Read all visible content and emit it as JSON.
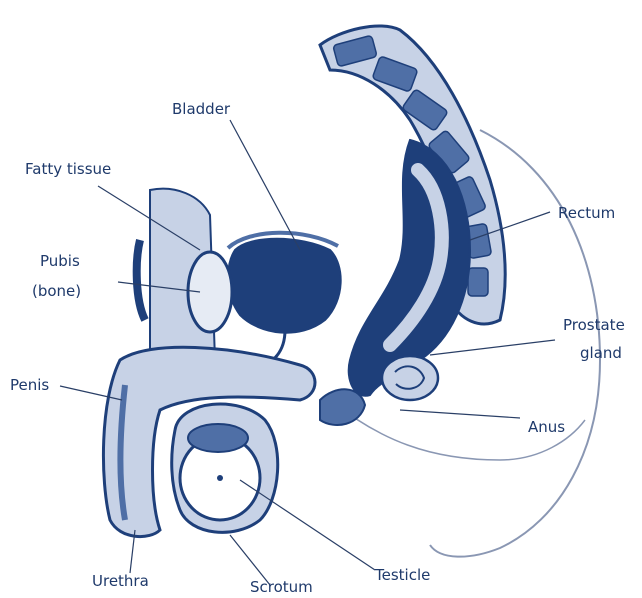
{
  "colors": {
    "ink": "#1f3a6b",
    "fill_dark": "#1e3f7a",
    "fill_mid": "#4f6fa6",
    "fill_light": "#c7d2e6",
    "leader": "#2a3f66"
  },
  "labels": {
    "bladder": "Bladder",
    "fatty_tissue": "Fatty tissue",
    "pubis_line1": "Pubis",
    "pubis_line2": "(bone)",
    "penis": "Penis",
    "rectum": "Rectum",
    "prostate_line1": "Prostate",
    "prostate_line2": "gland",
    "anus": "Anus",
    "urethra": "Urethra",
    "scrotum": "Scrotum",
    "testicle": "Testicle"
  }
}
